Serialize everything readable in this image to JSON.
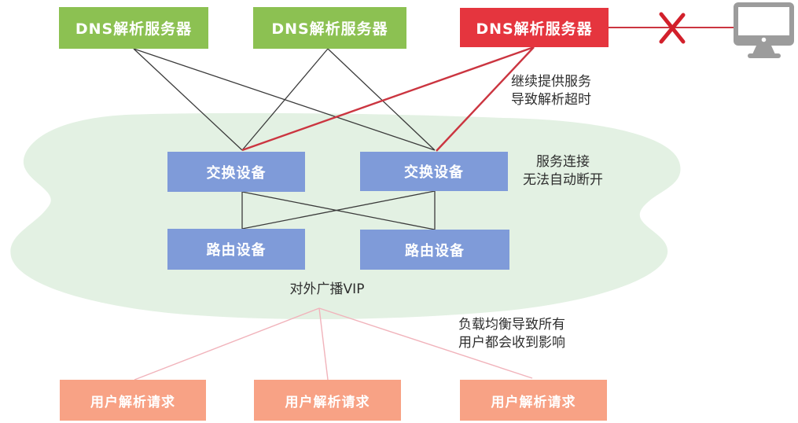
{
  "nodes": {
    "dns_servers": [
      {
        "label": "DNS解析服务器",
        "status": "ok"
      },
      {
        "label": "DNS解析服务器",
        "status": "ok"
      },
      {
        "label": "DNS解析服务器",
        "status": "failed"
      }
    ],
    "switches": [
      {
        "label": "交换设备"
      },
      {
        "label": "交换设备"
      }
    ],
    "routers": [
      {
        "label": "路由设备"
      },
      {
        "label": "路由设备"
      }
    ],
    "user_requests": [
      {
        "label": "用户解析请求"
      },
      {
        "label": "用户解析请求"
      },
      {
        "label": "用户解析请求"
      }
    ]
  },
  "labels": {
    "vip": "对外广播VIP",
    "timeout_note": "继续提供服务\n导致解析超时",
    "connection_note": "服务连接\n无法自动断开",
    "loadbalance_note": "负载均衡导致所有\n用户都会收到影响"
  },
  "icons": {
    "client": "desktop-monitor-icon",
    "failure": "x-mark-icon"
  },
  "colors": {
    "server_green": "#8CC152",
    "server_red": "#E5353E",
    "device_blue": "#7F9BD9",
    "user_orange": "#F8A285",
    "cloud_green": "#E3F1E3",
    "link_black": "#3B3B3B",
    "link_red": "#CB3540",
    "link_pink": "#F1B3BB",
    "monitor_gray": "#9C9C9C"
  }
}
